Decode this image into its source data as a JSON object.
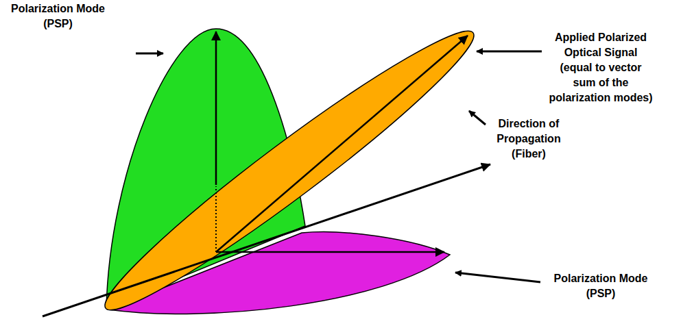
{
  "diagram": {
    "labels": [
      "Polarization Mode (PSP)",
      "Applied Polarized Optical Signal (equal to vector sum of the polarization modes)",
      "Direction of Propagation (Fiber)",
      "Polarization Mode (PSP)"
    ]
  }
}
